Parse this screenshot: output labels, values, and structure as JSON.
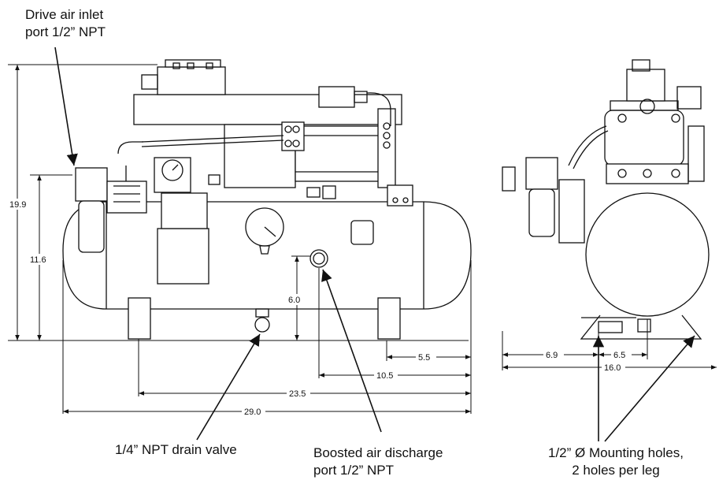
{
  "callouts": {
    "drive_air_inlet": [
      "Drive air inlet",
      "port 1/2” NPT"
    ],
    "drain_valve": [
      "1/4” NPT drain valve"
    ],
    "boosted_air": [
      "Boosted air discharge",
      "port 1/2” NPT"
    ],
    "mounting_holes": [
      "1/2” Ø Mounting holes,",
      "2 holes per leg"
    ]
  },
  "dimensions": {
    "overall_height": "19.9",
    "inlet_height": "11.6",
    "outlet_height": "6.0",
    "outlet_from_end": "5.5",
    "outlet_from_end_2": "10.5",
    "leg_spacing": "23.5",
    "overall_length": "29.0",
    "side_leg_offset": "6.9",
    "side_hole_spacing": "6.5",
    "overall_width": "16.0"
  }
}
